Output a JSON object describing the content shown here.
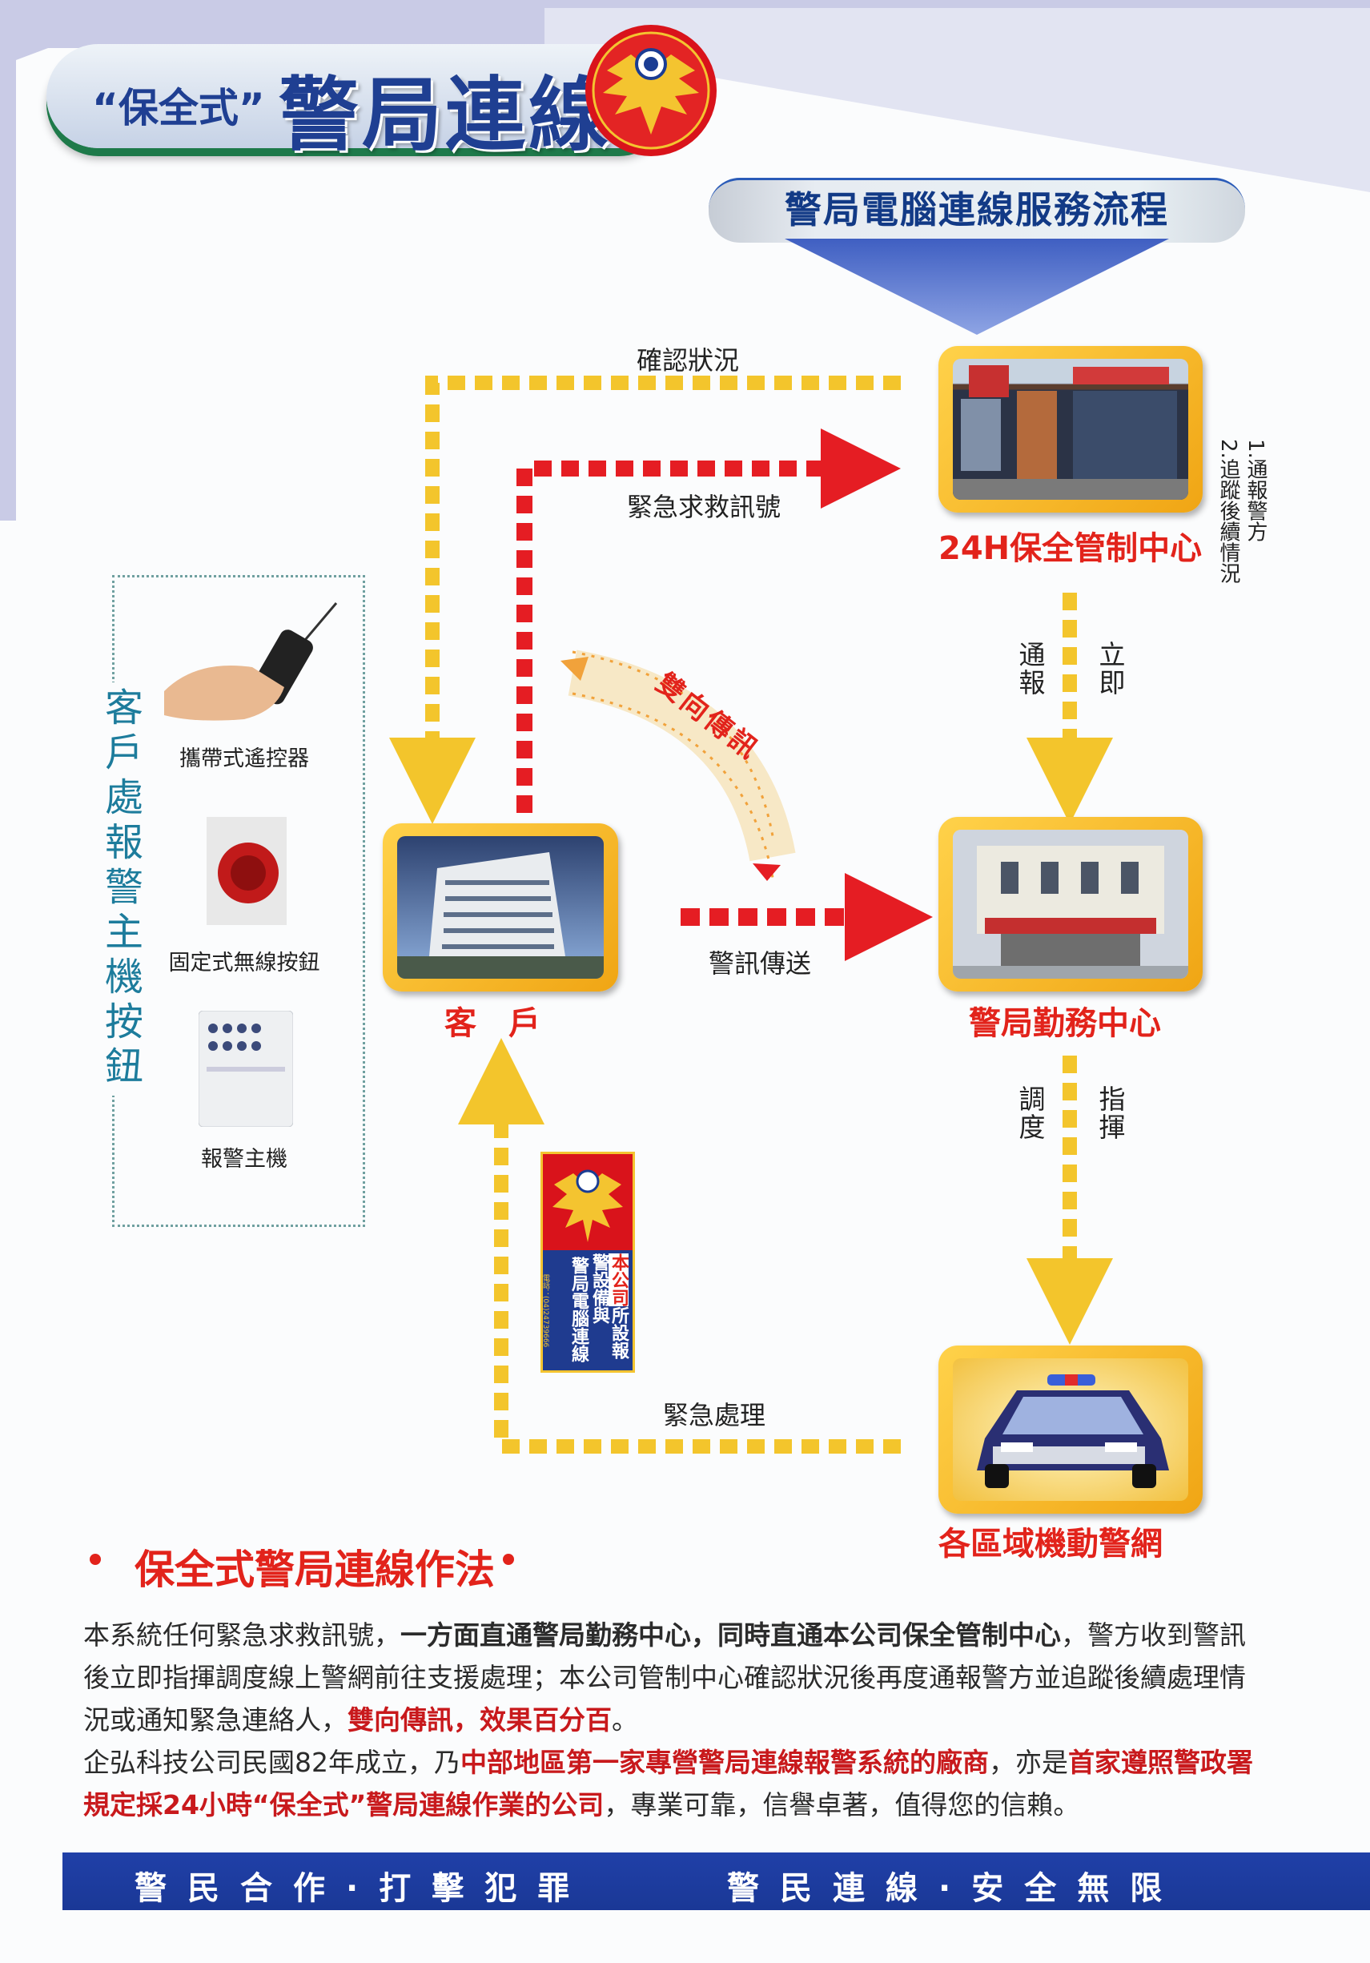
{
  "header": {
    "quote_text": "“保全式”",
    "title": "警局連線"
  },
  "flow": {
    "title": "警局電腦連線服務流程",
    "confirm": "確認狀況",
    "emergency_signal": "緊急求救訊號",
    "two_way": "雙向傳訊",
    "alert_send": "警訊傳送",
    "urgent": "緊急處理",
    "notify_left": "通報",
    "notify_right": "立即",
    "dispatch_left": "調度",
    "dispatch_right": "指揮",
    "side_note_1": "2.追蹤後續情況",
    "side_note_2": "1.通報警方"
  },
  "nodes": {
    "center": "24H保全管制中心",
    "client": "客戶",
    "police": "警局勤務中心",
    "patrol": "各區域機動警網"
  },
  "devices": {
    "vertical_label": "客戶處報警主機按鈕",
    "remote": "攜帶式遙控器",
    "button": "固定式無線按鈕",
    "host": "報警主機"
  },
  "sign": {
    "text1": "本公司",
    "text2": "所設",
    "text3": "報警設備與",
    "text4": "警局電腦連線",
    "phone": "電話：(04)24739666"
  },
  "section": {
    "title": "保全式警局連線作法"
  },
  "body": {
    "p1a": "本系統任何緊急求救訊號，",
    "p1b": "一方面直通警局勤務中心，同時直通本公司保全管制中心",
    "p1c": "，警方收到警訊後立即指揮調度線上警網前往支援處理；本公司管制中心確認狀況後再度通報警方並追蹤後續處理情況或通知緊急連絡人，",
    "p1d": "雙向傳訊，效果百分百",
    "p1e": "。",
    "p2a": "企弘科技公司民國82年成立，乃",
    "p2b": "中部地區第一家專營警局連線報警系統的廠商",
    "p2c": "，亦是",
    "p2d": "首家遵照警政署規定採24小時“保全式”警局連線作業的公司",
    "p2e": "，專業可靠，信譽卓著，值得您的信賴。"
  },
  "footer": {
    "left": "警民合作·打擊犯罪",
    "right": "警民連線·安全無限"
  },
  "colors": {
    "navy": "#1f3f92",
    "red": "#e2231b",
    "yellow": "#f3c52c",
    "teal": "#1d7c9c"
  }
}
